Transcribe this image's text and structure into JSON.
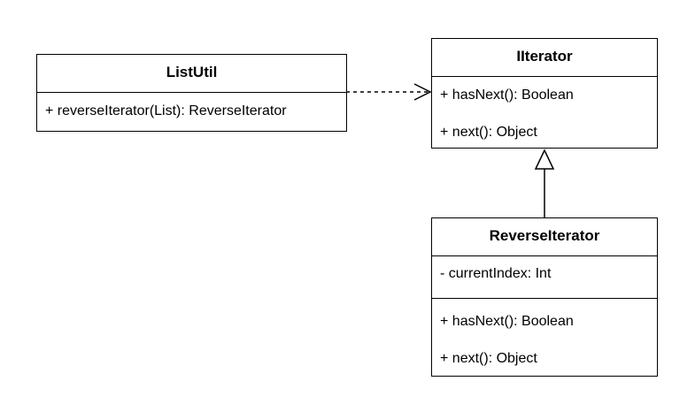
{
  "classes": {
    "list_util": {
      "name": "ListUtil",
      "methods": [
        "+ reverseIterator(List): ReverseIterator"
      ]
    },
    "iiterator": {
      "name": "IIterator",
      "methods": [
        "+ hasNext(): Boolean",
        "+ next(): Object"
      ]
    },
    "reverse_iterator": {
      "name": "ReverseIterator",
      "attributes": [
        "- currentIndex: Int"
      ],
      "methods": [
        "+ hasNext(): Boolean",
        "+ next(): Object"
      ]
    }
  },
  "relationships": [
    {
      "type": "dependency",
      "from": "ListUtil",
      "to": "IIterator",
      "line_style": "dashed",
      "arrowhead": "open"
    },
    {
      "type": "realization",
      "from": "ReverseIterator",
      "to": "IIterator",
      "line_style": "solid",
      "arrowhead": "hollow-triangle"
    }
  ],
  "colors": {
    "line": "#000000",
    "background": "#ffffff"
  }
}
